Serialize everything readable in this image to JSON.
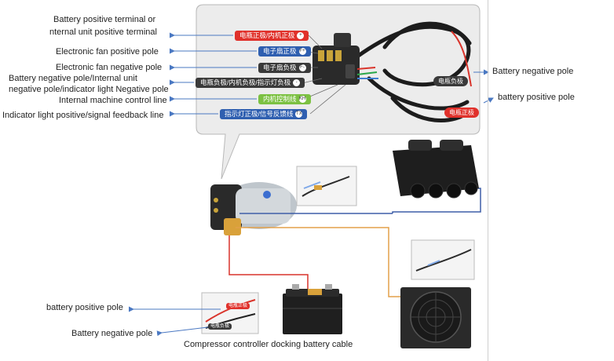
{
  "left_labels": {
    "battery_pos_terminal": "Battery positive terminal or",
    "internal_pos_terminal": "nternal unit positive terminal",
    "fan_positive": "Electronic fan positive pole",
    "fan_negative": "Electronic fan negative pole",
    "neg_pole_line1": "Battery negative pole/Internal unit",
    "neg_pole_line2": "negative pole/indicator light Negative pole",
    "control_line": "Internal machine control line",
    "indicator_line": "Indicator light positive/signal feedback line"
  },
  "harness_tags": {
    "t1": "电瓶正极/内机正极",
    "t1_dot": "+",
    "t2": "电子扇正极",
    "t2_dot": "F+",
    "t3": "电子扇负极",
    "t3_dot": "F-",
    "t4": "电瓶负极/内机负极/指示灯负极",
    "t4_dot": "-",
    "t5": "内机控制线",
    "t5_dot": "KH",
    "t6": "指示灯正极/信号反馈线",
    "t6_dot": "TX",
    "neg_tag": "电瓶负极",
    "pos_tag": "电瓶正极"
  },
  "right_labels": {
    "battery_negative": "Battery negative pole",
    "battery_positive": "battery positive pole"
  },
  "bottom_labels": {
    "battery_positive": "battery positive pole",
    "battery_negative": "Battery negative pole",
    "inset_pos": "电瓶正极",
    "inset_neg": "电瓶负极",
    "caption": "Compressor controller docking battery cable"
  },
  "colors": {
    "red_tag": "#e0312b",
    "blue_tag": "#2f5fb0",
    "dark_tag": "#3a3a3a",
    "green_tag": "#7cc142",
    "arrow_blue": "#4a78c2",
    "wire_red": "#d9342b",
    "wire_blue": "#3f5fa8",
    "wire_orange": "#e3a04a"
  }
}
